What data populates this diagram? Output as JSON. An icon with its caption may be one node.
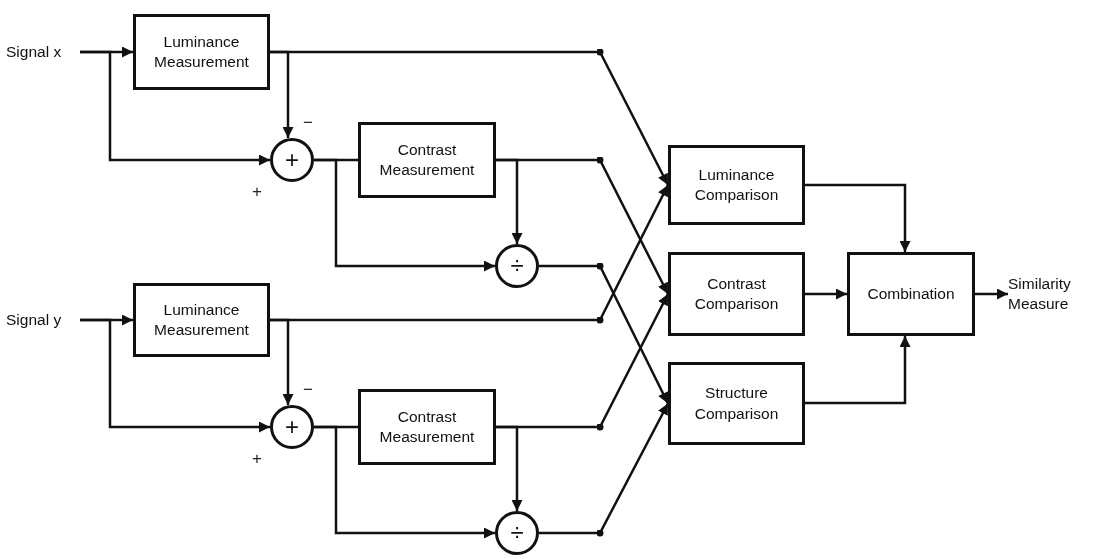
{
  "diagram": {
    "nodes": [
      {
        "text": [
          "Signal x"
        ]
      },
      {
        "text": [
          "Luminance Measurement"
        ]
      },
      {
        "text": [
          "+"
        ]
      },
      {
        "text": [
          "Contrast Measurement"
        ]
      },
      {
        "text": [
          "÷"
        ]
      },
      {
        "text": [
          "Signal y"
        ]
      },
      {
        "text": [
          "Luminance Measurement"
        ]
      },
      {
        "text": [
          "+"
        ]
      },
      {
        "text": [
          "Contrast Measurement"
        ]
      },
      {
        "text": [
          "÷"
        ]
      },
      {
        "text": [
          "Luminance Comparison"
        ]
      },
      {
        "text": [
          "Contrast Comparison"
        ]
      },
      {
        "text": [
          "Structure Comparison"
        ]
      },
      {
        "text": [
          "Combination"
        ]
      },
      {
        "text": [
          "Similarity Measure"
        ]
      }
    ],
    "edges": [
      {
        "from": 0,
        "to": 1,
        "arrow": "to"
      },
      {
        "from": 0,
        "to": 2,
        "arrow": "to"
      },
      {
        "from": 1,
        "to": 2,
        "arrow": "to"
      },
      {
        "from": 1,
        "to": 10,
        "arrow": "to"
      },
      {
        "from": 2,
        "to": 3,
        "arrow": "none"
      },
      {
        "from": 2,
        "to": 4,
        "arrow": "to"
      },
      {
        "from": 3,
        "to": 4,
        "arrow": "to"
      },
      {
        "from": 3,
        "to": 11,
        "arrow": "to"
      },
      {
        "from": 4,
        "to": 12,
        "arrow": "to"
      },
      {
        "from": 5,
        "to": 6,
        "arrow": "to"
      },
      {
        "from": 5,
        "to": 7,
        "arrow": "to"
      },
      {
        "from": 6,
        "to": 7,
        "arrow": "to"
      },
      {
        "from": 6,
        "to": 10,
        "arrow": "to"
      },
      {
        "from": 7,
        "to": 8,
        "arrow": "none"
      },
      {
        "from": 7,
        "to": 9,
        "arrow": "to"
      },
      {
        "from": 8,
        "to": 9,
        "arrow": "to"
      },
      {
        "from": 8,
        "to": 11,
        "arrow": "to"
      },
      {
        "from": 9,
        "to": 12,
        "arrow": "to"
      },
      {
        "from": 10,
        "to": 13,
        "arrow": "to"
      },
      {
        "from": 11,
        "to": 13,
        "arrow": "to"
      },
      {
        "from": 12,
        "to": 13,
        "arrow": "to"
      },
      {
        "from": 13,
        "to": 14,
        "arrow": "to"
      }
    ],
    "labels": [
      "−",
      "+",
      "−",
      "+"
    ]
  }
}
